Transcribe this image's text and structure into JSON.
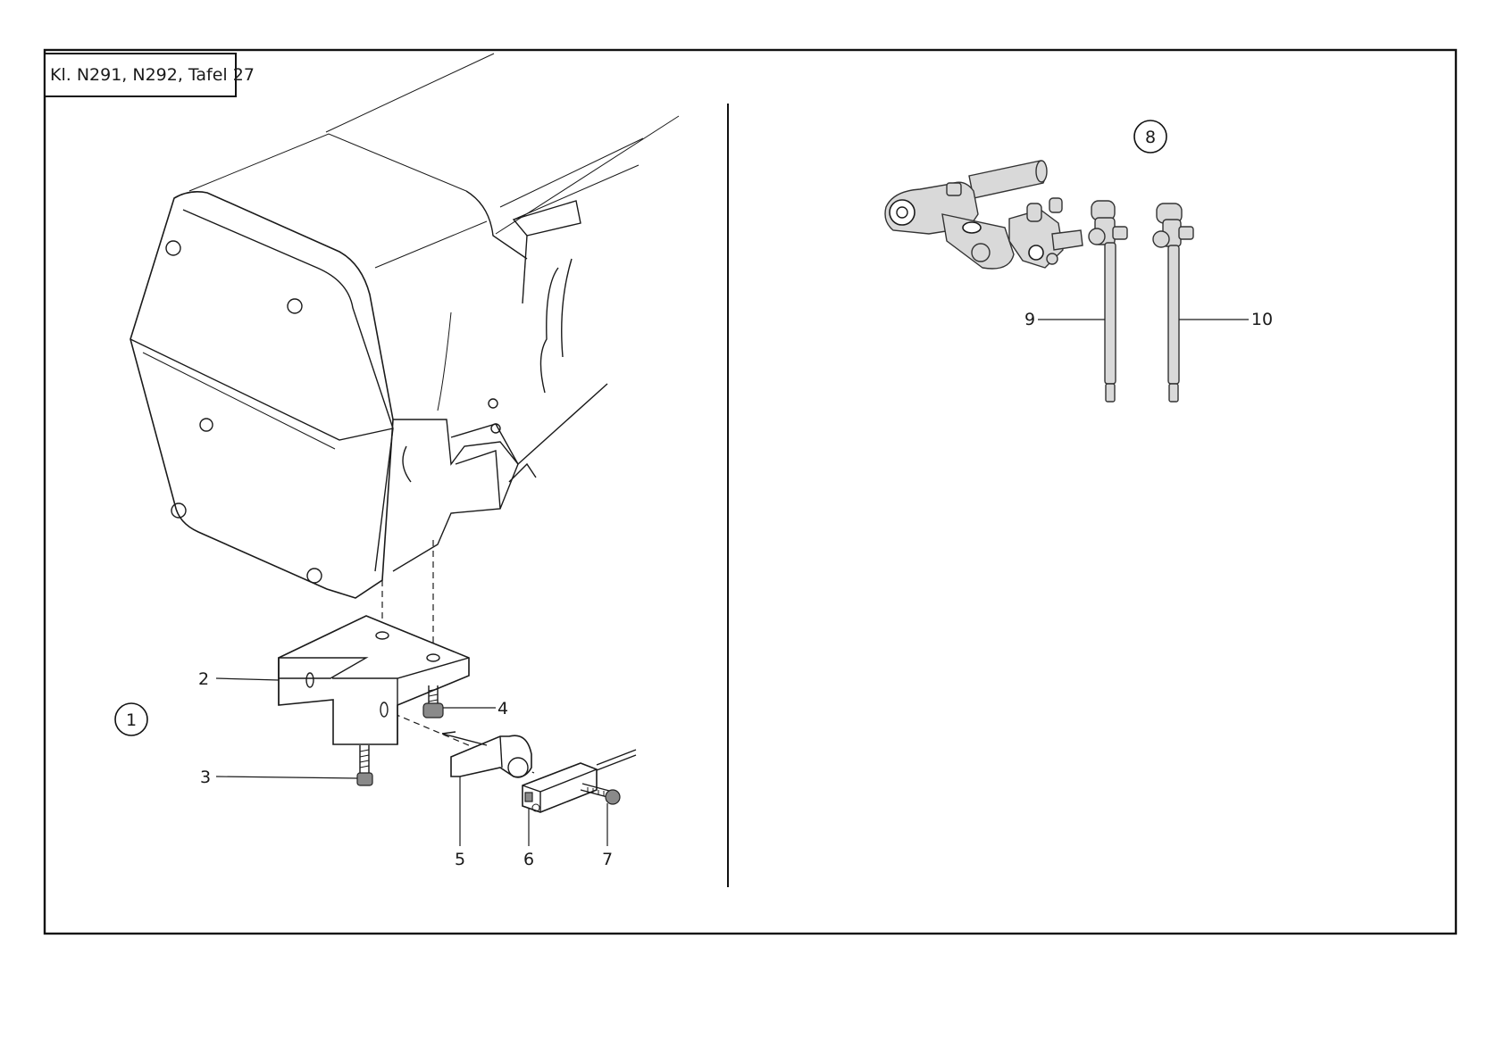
{
  "title_box": {
    "text": "Kl. N291, N292, Tafel 27"
  },
  "views": [
    {
      "id": "1",
      "label": "1"
    },
    {
      "id": "8",
      "label": "8"
    }
  ],
  "callouts": {
    "p2": "2",
    "p3": "3",
    "p4": "4",
    "p5": "5",
    "p6": "6",
    "p7": "7",
    "p9": "9",
    "p10": "10"
  }
}
